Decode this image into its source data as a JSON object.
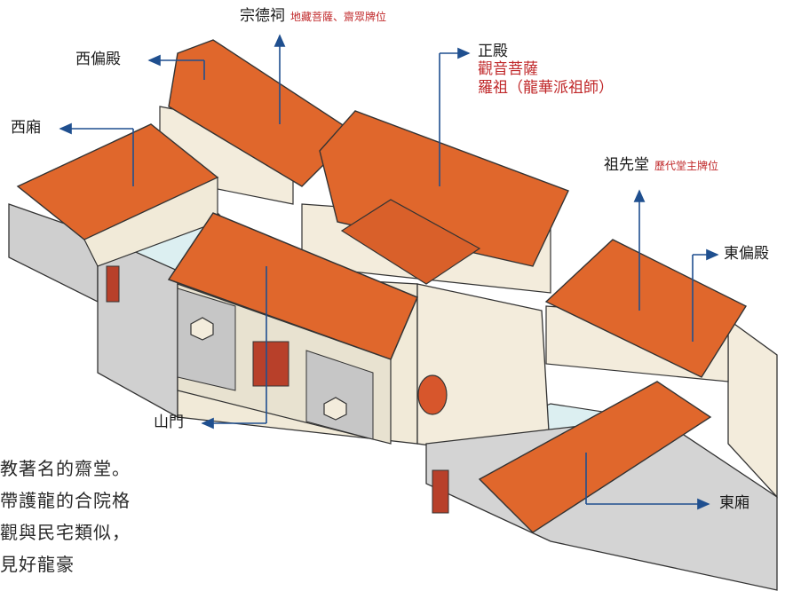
{
  "labels": {
    "zongde": {
      "name": "宗德祠",
      "note": "地藏菩薩、齋眾牌位"
    },
    "zhengdian": {
      "name": "正殿",
      "line1": "觀音菩薩",
      "line2": "羅祖（龍華派祖師）"
    },
    "xipiandian": {
      "name": "西偏殿"
    },
    "xixiang": {
      "name": "西廂"
    },
    "zuxiantang": {
      "name": "祖先堂",
      "note": "歷代堂主牌位"
    },
    "dongpiandian": {
      "name": "東偏殿"
    },
    "shanmen": {
      "name": "山門"
    },
    "dongxiang": {
      "name": "東廂"
    }
  },
  "body_text": [
    "教著名的齋堂。",
    "帶護龍的合院格",
    "觀與民宅類似，",
    "見好龍豪"
  ],
  "colors": {
    "roof": "#e0672c",
    "roof_dark": "#b84a1e",
    "wall": "#f3ecdc",
    "stone": "#c9c9c9",
    "yard": "#d8eef0",
    "accent": "#c0282a"
  }
}
